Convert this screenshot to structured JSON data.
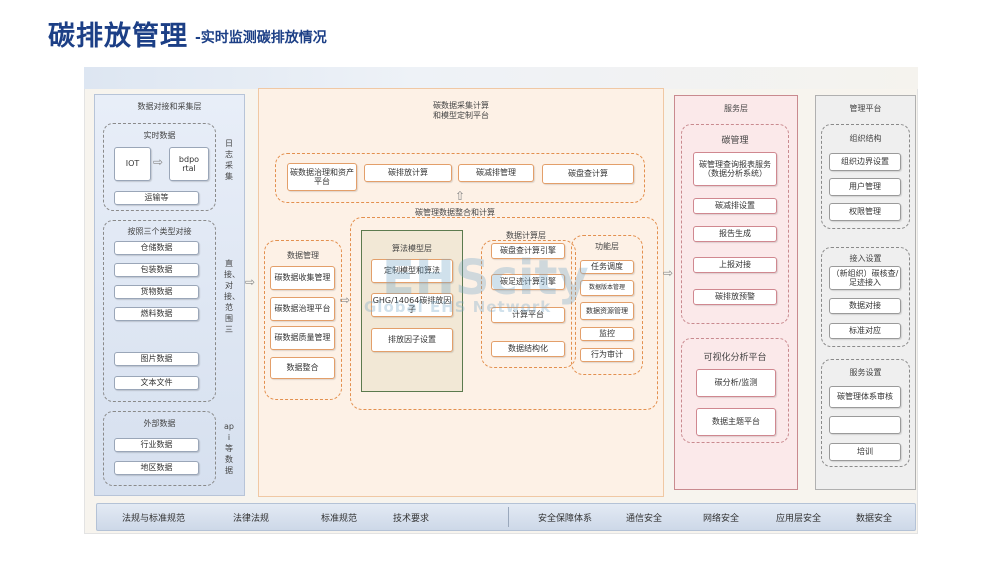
{
  "header": {
    "title": "碳排放管理",
    "subtitle": "-实时监测碳排放情况"
  },
  "left_panel": {
    "title": "数据对接和采集层",
    "realtime": {
      "title": "实时数据",
      "iot": "IOT",
      "bdpo_line1": "bdpo",
      "bdpo_line2": "rtal",
      "transport": "运输等"
    },
    "side1": "日志采集",
    "grab": {
      "title": "按照三个类型对接",
      "items": [
        "仓储数据",
        "包装数据",
        "货物数据",
        "燃料数据"
      ],
      "items2": [
        "图片数据",
        "文本文件"
      ]
    },
    "side2": "直接、对接、范围三",
    "external": {
      "title": "外部数据",
      "items": [
        "行业数据",
        "地区数据"
      ]
    },
    "side3": "api等数据"
  },
  "middle_panel": {
    "title_line1": "碳数据采集计算",
    "title_line2": "和模型定制平台",
    "top_items": [
      "碳数据治理和资产平台",
      "碳排放计算",
      "碳减排管理",
      "碳盘查计算"
    ],
    "integration_label": "碳管理数据整合和计算",
    "data_mgmt": {
      "title": "数据管理",
      "items": [
        "碳数据收集管理",
        "碳数据治理平台",
        "碳数据质量管理",
        "数据整合"
      ]
    },
    "algo": {
      "title": "算法模型层",
      "items": [
        "定制模型和算法",
        "GHG/14064碳排放因子",
        "排放因子设置"
      ]
    },
    "calc": {
      "title": "数据计算层",
      "items": [
        "碳盘查计算引擎",
        "碳足迹计算引擎",
        "计算平台",
        "数据结构化"
      ]
    },
    "func": {
      "title": "功能层",
      "items": [
        "任务调度",
        "数据版本管理",
        "数据资源管理",
        "监控",
        "行为审计"
      ]
    }
  },
  "service_panel": {
    "title": "服务层",
    "carbon_mgmt": {
      "title": "碳管理",
      "items": [
        "碳管理查询报表服务（数据分析系统）",
        "碳减排设置",
        "报告生成",
        "上报对接",
        "碳排放预警"
      ]
    },
    "viz": {
      "title": "可视化分析平台",
      "items": [
        "碳分析/监测",
        "数据主题平台"
      ]
    }
  },
  "mgmt_panel": {
    "title": "管理平台",
    "org": {
      "title": "组织结构",
      "items": [
        "组织边界设置",
        "用户管理",
        "权限管理"
      ]
    },
    "access": {
      "title": "接入设置",
      "items": [
        "（新组织）碳核查/足迹接入",
        "数据对接",
        "标准对应"
      ]
    },
    "service": {
      "title": "服务设置",
      "items": [
        "碳管理体系审核",
        "",
        "培训"
      ]
    }
  },
  "bottom_bar": {
    "left": [
      "法规与标准规范",
      "法律法规",
      "标准规范",
      "技术要求"
    ],
    "right": [
      "安全保障体系",
      "通信安全",
      "网络安全",
      "应用层安全",
      "数据安全"
    ]
  },
  "watermark": {
    "line1": "EHScity",
    "line2": "Global EHS Network"
  },
  "colors": {
    "title": "#1c3f86",
    "left_bg": "#e4ecf7",
    "middle_bg": "#fdf1e6",
    "service_bg": "#fbe9ea",
    "mgmt_bg": "#efefef"
  }
}
